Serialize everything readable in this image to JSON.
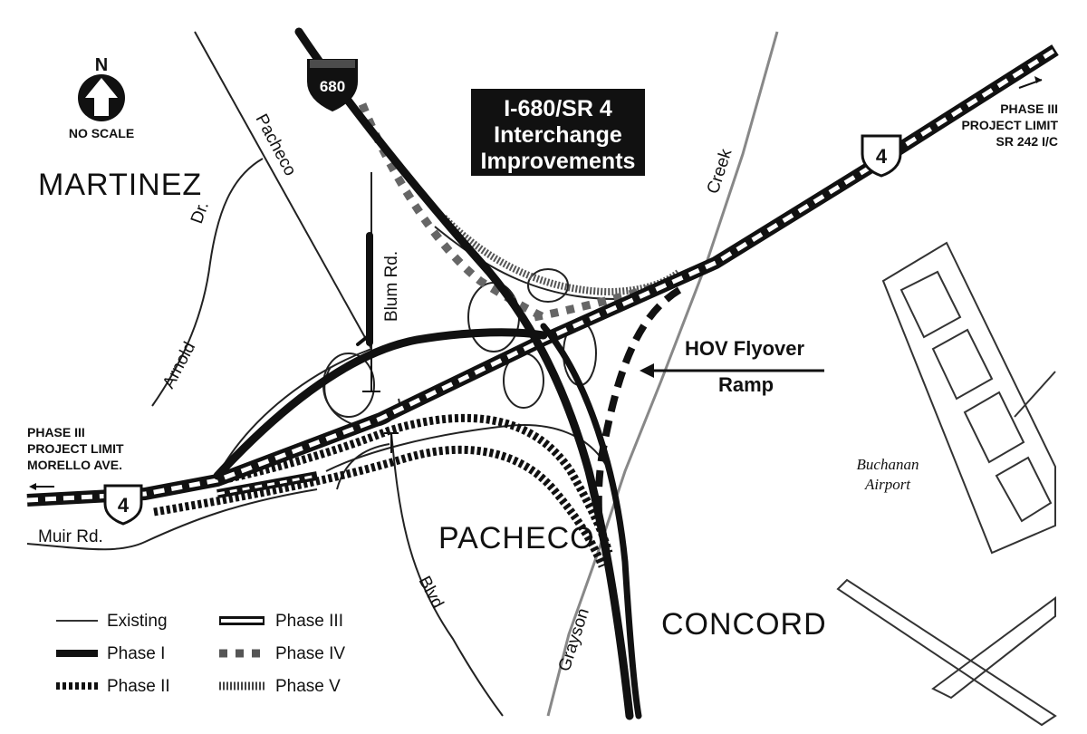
{
  "title": {
    "line1": "I-680/SR 4",
    "line2": "Interchange",
    "line3": "Improvements"
  },
  "north": {
    "letter": "N",
    "scale": "NO SCALE"
  },
  "places": {
    "martinez": "MARTINEZ",
    "pacheco": "PACHECO",
    "concord": "CONCORD"
  },
  "streets": {
    "pacheco": "Pacheco",
    "dr": "Dr.",
    "arnold": "Arnold",
    "blum": "Blum Rd.",
    "muir": "Muir Rd.",
    "blvd": "Blvd",
    "grayson": "Grayson",
    "creek": "Creek"
  },
  "shields": {
    "interstate": "680",
    "sr_east": "4",
    "sr_west": "4"
  },
  "callouts": {
    "hov_line1": "HOV Flyover",
    "hov_line2": "Ramp",
    "east_line1": "PHASE III",
    "east_line2": "PROJECT LIMIT",
    "east_line3": "SR 242 I/C",
    "west_line1": "PHASE III",
    "west_line2": "PROJECT LIMIT",
    "west_line3": "MORELLO AVE."
  },
  "airport": {
    "line1": "Buchanan",
    "line2": "Airport"
  },
  "legend": [
    {
      "label": "Existing",
      "style": "existing"
    },
    {
      "label": "Phase I",
      "style": "phase1"
    },
    {
      "label": "Phase II",
      "style": "phase2"
    },
    {
      "label": "Phase III",
      "style": "phase3"
    },
    {
      "label": "Phase IV",
      "style": "phase4"
    },
    {
      "label": "Phase V",
      "style": "phase5"
    }
  ]
}
